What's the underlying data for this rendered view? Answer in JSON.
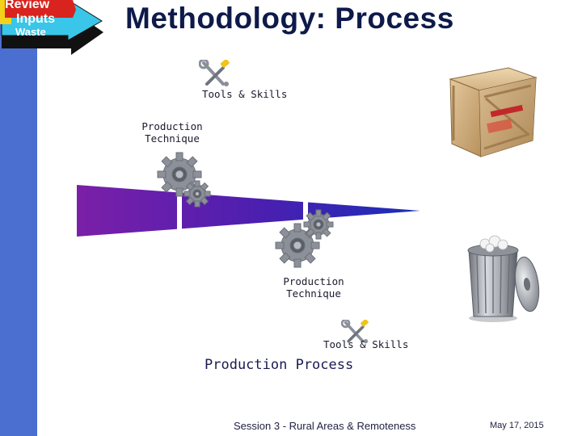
{
  "slide": {
    "title": "Methodology: Process",
    "stack": {
      "review": "Review",
      "inputs": "Inputs",
      "waste": "Waste"
    },
    "labels": {
      "tools_top": "Tools & Skills",
      "production_top_line1": "Production",
      "production_top_line2": "Technique",
      "production_bottom_line1": "Production",
      "production_bottom_line2": "Technique",
      "tools_bottom": "Tools & Skills",
      "process": "Production Process"
    },
    "icons": {
      "tools_top": "tools-icon",
      "tools_bottom": "tools-icon",
      "gears_top": "gears-icon",
      "gears_bottom": "gears-icon",
      "crate": "crate-image",
      "trash": "trash-can-image"
    },
    "footer": {
      "session": "Session 3 - Rural Areas & Remoteness",
      "date": "May 17, 2015"
    },
    "colors": {
      "left_bar": "#4a6fd1",
      "title": "#0d1a4a",
      "wedge_start": "#6a1fa8",
      "wedge_end": "#1a2fb8"
    }
  }
}
